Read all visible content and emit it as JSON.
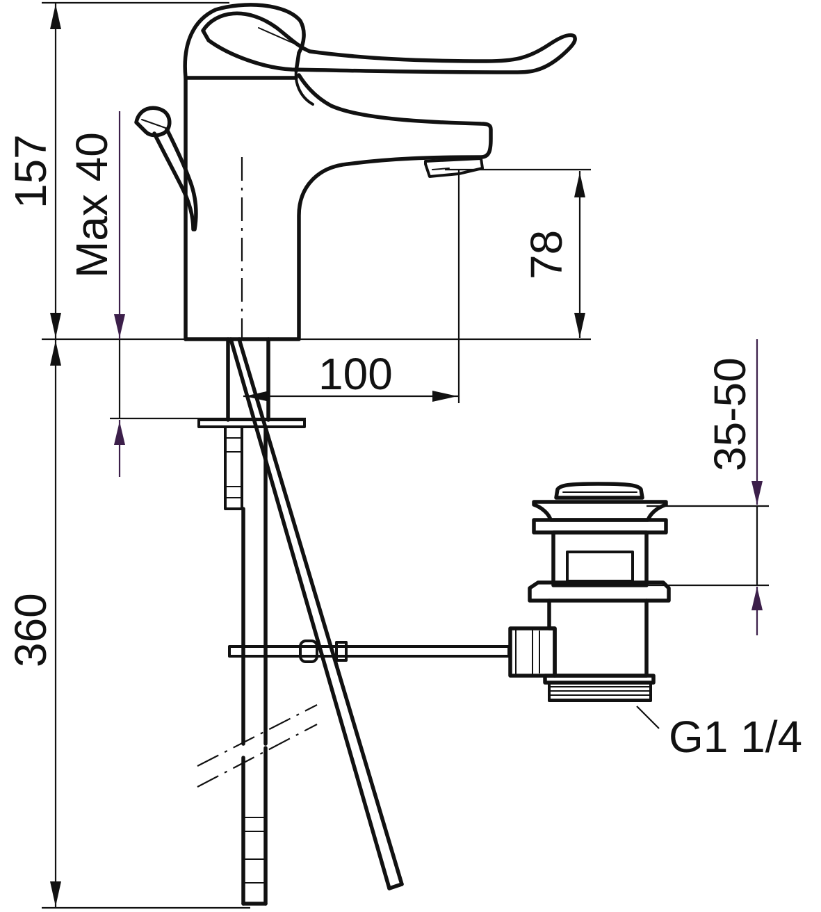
{
  "dimensions": {
    "overall_height": "157",
    "max_deck": "Max 40",
    "spout_height": "78",
    "spout_reach": "100",
    "pipe_length": "360",
    "drain_range": "35-50",
    "thread": "G1 1/4"
  },
  "colors": {
    "line": "#111111",
    "dimension_accent": "#3c1f4a",
    "background": "#ffffff"
  }
}
